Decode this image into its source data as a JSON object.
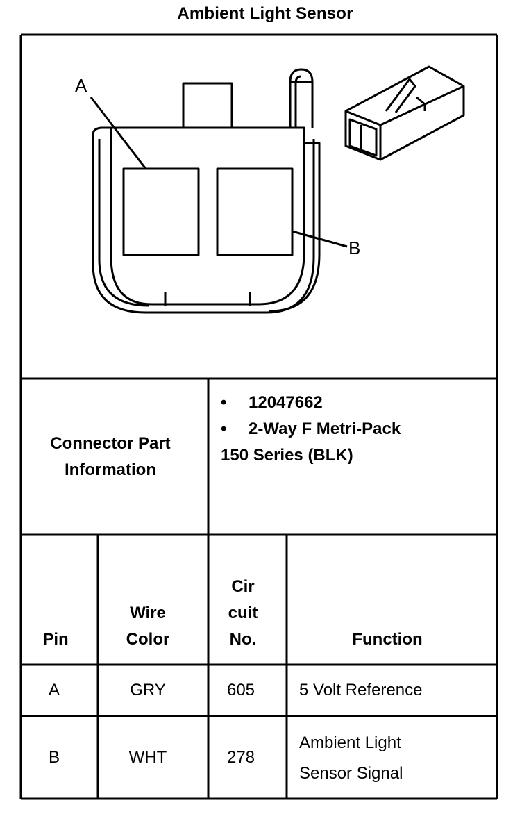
{
  "title": "Ambient Light Sensor",
  "diagram": {
    "pin_labels": [
      "A",
      "B"
    ]
  },
  "connector_info": {
    "label_line1": "Connector Part",
    "label_line2": "Information",
    "bullet_symbol": "•",
    "bullets": [
      "12047662",
      "2-Way F Metri-Pack"
    ],
    "continuation": "150 Series (BLK)"
  },
  "table": {
    "headers": {
      "pin": "Pin",
      "wire_color_line1": "Wire",
      "wire_color_line2": "Color",
      "circuit_line1": "Cir",
      "circuit_line2": "cuit",
      "circuit_line3": "No.",
      "function": "Function"
    },
    "rows": [
      {
        "pin": "A",
        "wire_color": "GRY",
        "circuit": "605",
        "function_line1": "5 Volt Reference",
        "function_line2": ""
      },
      {
        "pin": "B",
        "wire_color": "WHT",
        "circuit": "278",
        "function_line1": "Ambient Light",
        "function_line2": "Sensor Signal"
      }
    ]
  }
}
